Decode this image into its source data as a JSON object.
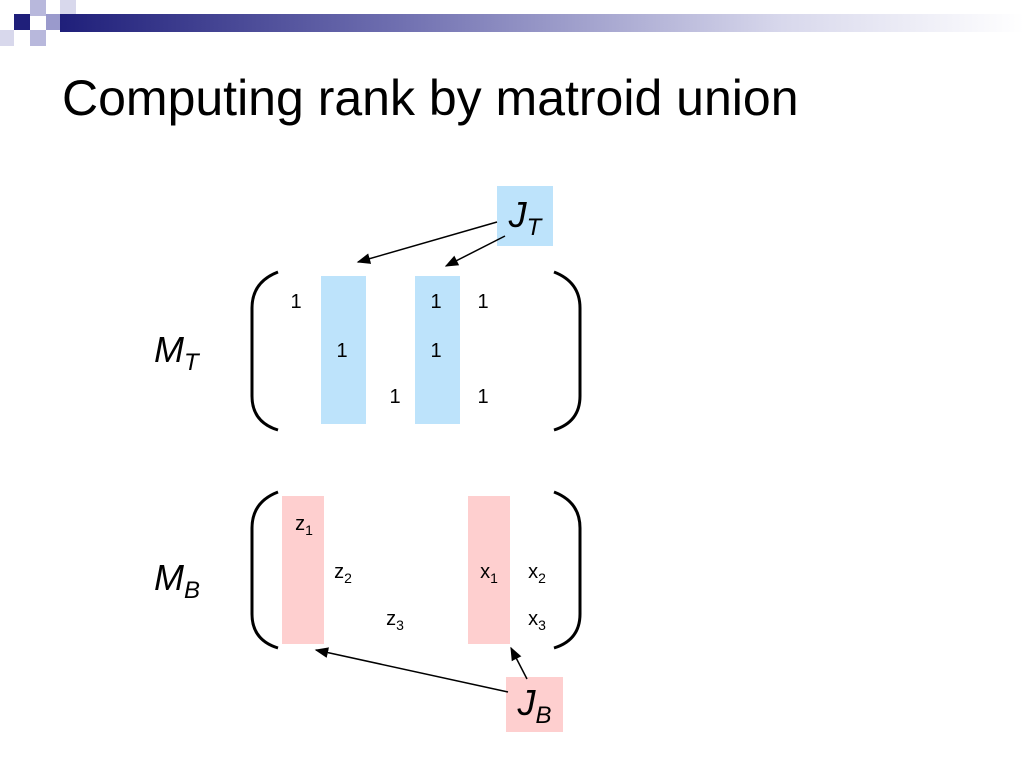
{
  "slide": {
    "title": "Computing rank by matroid union"
  },
  "matrices": {
    "top": {
      "label_base": "M",
      "label_sub": "T",
      "entries": [
        {
          "name": "mt-r1-c1",
          "value": "1",
          "sub": ""
        },
        {
          "name": "mt-r1-c4",
          "value": "1",
          "sub": ""
        },
        {
          "name": "mt-r1-c5",
          "value": "1",
          "sub": ""
        },
        {
          "name": "mt-r2-c2",
          "value": "1",
          "sub": ""
        },
        {
          "name": "mt-r2-c4",
          "value": "1",
          "sub": ""
        },
        {
          "name": "mt-r3-c3",
          "value": "1",
          "sub": ""
        },
        {
          "name": "mt-r3-c5",
          "value": "1",
          "sub": ""
        }
      ]
    },
    "bottom": {
      "label_base": "M",
      "label_sub": "B",
      "entries": [
        {
          "name": "mb-r1-c1",
          "value": "z",
          "sub": "1"
        },
        {
          "name": "mb-r2-c2",
          "value": "z",
          "sub": "2"
        },
        {
          "name": "mb-r3-c3",
          "value": "z",
          "sub": "3"
        },
        {
          "name": "mb-r2-c4",
          "value": "x",
          "sub": "1"
        },
        {
          "name": "mb-r2-c5",
          "value": "x",
          "sub": "2"
        },
        {
          "name": "mb-r3-c5",
          "value": "x",
          "sub": "3"
        }
      ]
    }
  },
  "labels": {
    "jt_base": "J",
    "jt_sub": "T",
    "jb_base": "J",
    "jb_sub": "B"
  },
  "colors": {
    "header_navy": "#1f1f7a",
    "header_lavender": "#9a9acc",
    "highlight_blue": "#bde3fb",
    "highlight_pink": "#fecfcf"
  }
}
